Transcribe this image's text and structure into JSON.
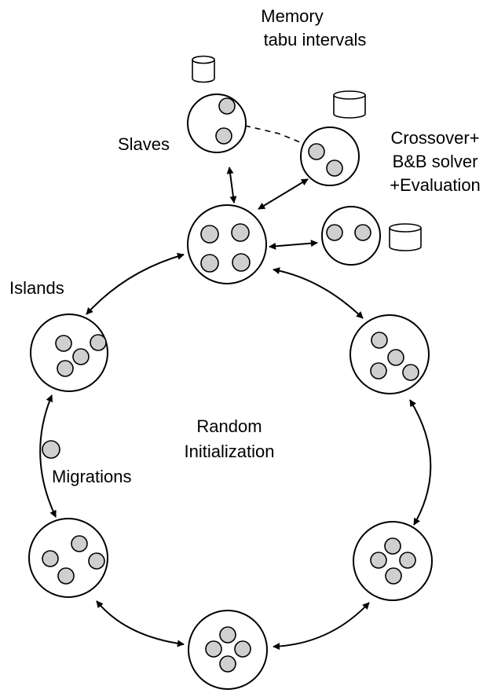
{
  "labels": {
    "memory_line1": "Memory",
    "memory_line2": "tabu intervals",
    "slaves": "Slaves",
    "crossover_line1": "Crossover+",
    "crossover_line2": "B&B solver",
    "crossover_line3": "+Evaluation",
    "islands": "Islands",
    "random_line1": "Random",
    "random_line2": "Initialization",
    "migrations": "Migrations"
  },
  "icons": {
    "node": "island-node-icon",
    "individual": "individual-ball-icon",
    "memory": "database-cylinder-icon"
  }
}
